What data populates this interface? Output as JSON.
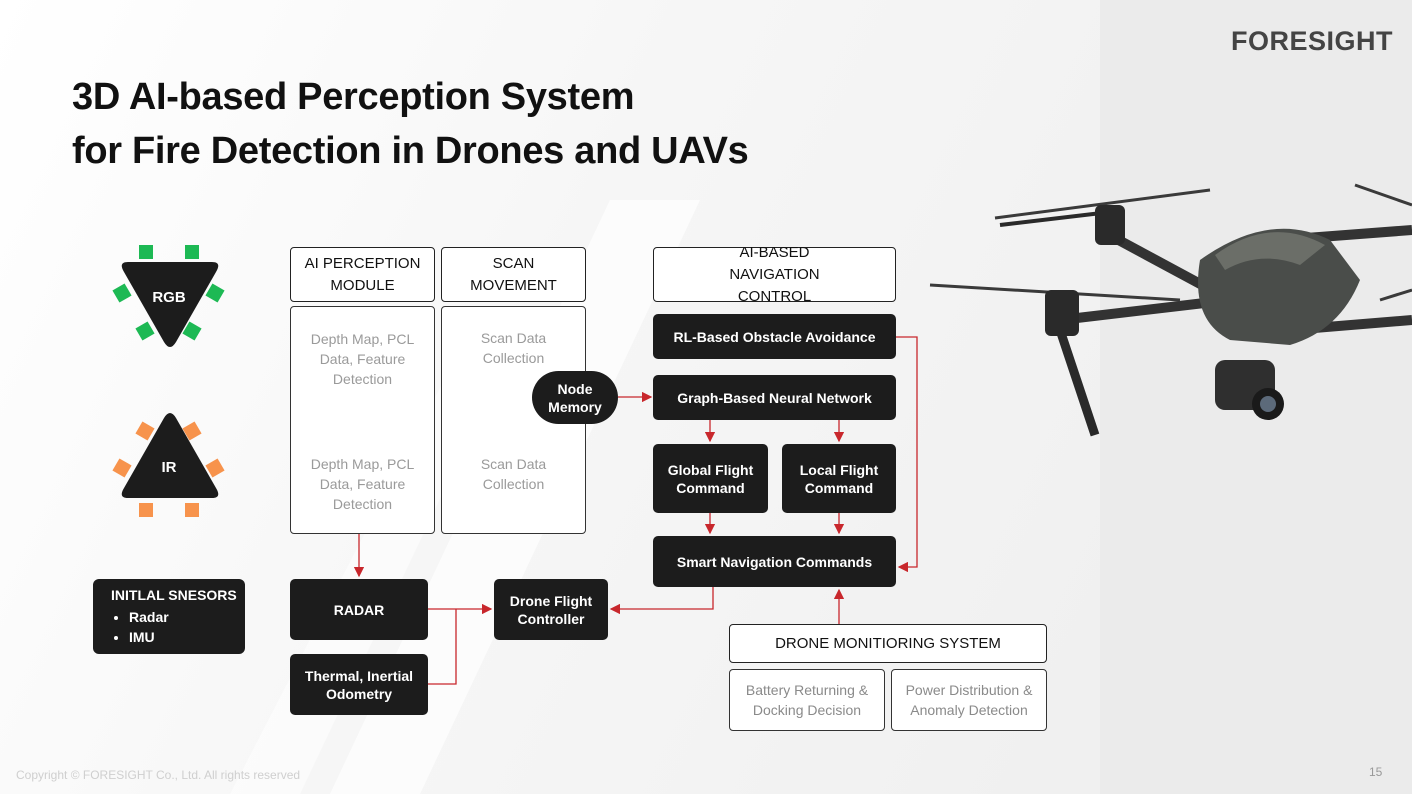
{
  "brand": {
    "logo_text": "FORESIGHT",
    "logo_accent_color": "#d62b2b"
  },
  "title": {
    "line1": "3D AI-based Perception System",
    "line2": "for Fire Detection in Drones and UAVs"
  },
  "sensors": {
    "rgb": {
      "label": "RGB",
      "accent_color": "#1db954"
    },
    "ir": {
      "label": "IR",
      "accent_color": "#f7934c"
    },
    "initial": {
      "heading": "INITLAL SNESORS",
      "items": [
        "Radar",
        "IMU"
      ]
    }
  },
  "columns": {
    "perception": {
      "header": "AI PERCEPTION MODULE",
      "entries": [
        "Depth Map, PCL Data, Feature Detection",
        "Depth Map, PCL Data, Feature Detection"
      ]
    },
    "scan": {
      "header": "SCAN MOVEMENT",
      "entries": [
        "Scan Data Collection",
        "Scan Data Collection"
      ]
    },
    "navigation": {
      "header": "AI-BASED NAVIGATION CONTROL"
    }
  },
  "node_memory": "Node Memory",
  "nav_blocks": {
    "rl": "RL-Based Obstacle Avoidance",
    "gnn": "Graph-Based Neural Network",
    "global": "Global Flight Command",
    "local": "Local Flight Command",
    "smart": "Smart Navigation Commands"
  },
  "lower": {
    "radar": "RADAR",
    "odometry": "Thermal, Inertial Odometry",
    "flight_controller": "Drone Flight Controller"
  },
  "monitoring": {
    "header": "DRONE MONITIORING SYSTEM",
    "items": [
      "Battery Returning & Docking Decision",
      "Power Distribution & Anomaly Detection"
    ]
  },
  "footer": {
    "copyright": "Copyright © FORESIGHT Co., Ltd. All rights reserved",
    "page": "15"
  },
  "colors": {
    "arrow": "#c8272c",
    "box_dark": "#1c1c1c"
  }
}
